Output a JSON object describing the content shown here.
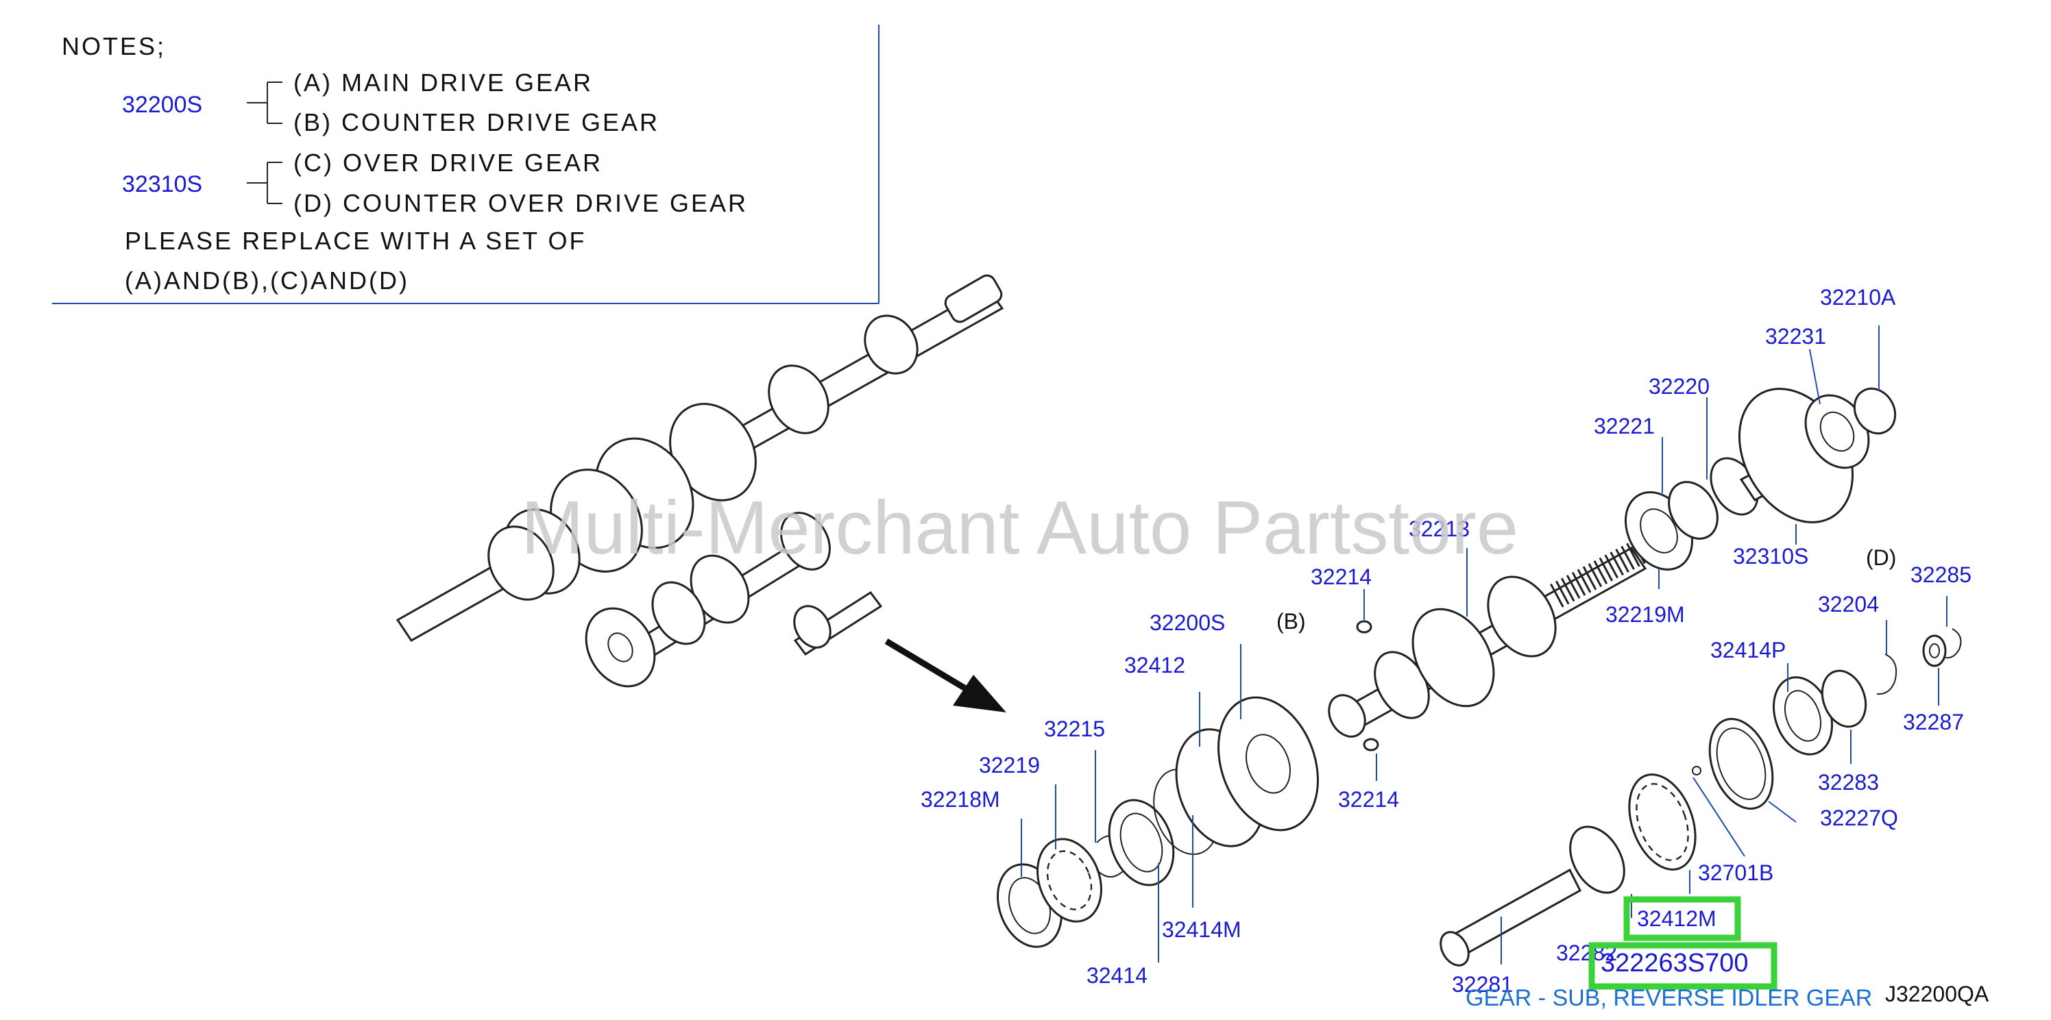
{
  "notes": {
    "title": "NOTES;",
    "group1_part": "32200S",
    "group1_a": "(A)  MAIN  DRIVE  GEAR",
    "group1_b": "(B)  COUNTER  DRIVE  GEAR",
    "group2_part": "32310S",
    "group2_c": "(C)  OVER  DRIVE  GEAR",
    "group2_d": "(D)  COUNTER  OVER  DRIVE  GEAR",
    "line1": "PLEASE  REPLACE  WITH  A  SET  OF",
    "line2": "(A)AND(B),(C)AND(D)"
  },
  "watermark": "Multi-Merchant Auto Partstore",
  "markers": {
    "b": "(B)",
    "d": "(D)"
  },
  "labels": {
    "p32210A": "32210A",
    "p32231": "32231",
    "p32220": "32220",
    "p32221": "32221",
    "p32213": "32213",
    "p32214_top": "32214",
    "p32214_bottom": "32214",
    "p32310S": "32310S",
    "p32219M": "32219M",
    "p32285": "32285",
    "p32204": "32204",
    "p32414P": "32414P",
    "p32287": "32287",
    "p32283": "32283",
    "p32227Q": "32227Q",
    "p32701B": "32701B",
    "p32200S": "32200S",
    "p32412": "32412",
    "p32215": "32215",
    "p32219": "32219",
    "p32218M": "32218M",
    "p32414M": "32414M",
    "p32414": "32414",
    "p32412M": "32412M",
    "p322263S700": "322263S700",
    "p32282": "32282",
    "p32281": "32281"
  },
  "caption": "GEAR - SUB, REVERSE IDLER GEAR",
  "diagram_id": "J32200QA",
  "colors": {
    "label": "#1a1ad0",
    "highlight": "#3ad13a",
    "caption": "#1e6fd4",
    "watermark": "#c9c9c9"
  }
}
